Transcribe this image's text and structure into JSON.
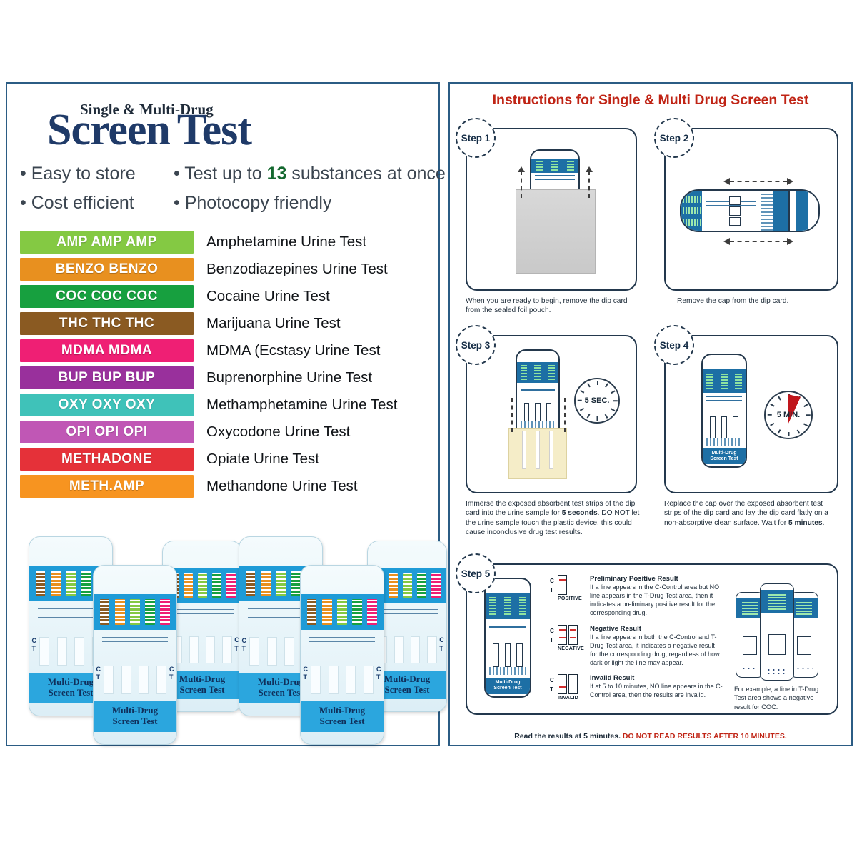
{
  "left": {
    "brand_small": "Single & Multi-Drug",
    "brand_main_1": "Screen",
    "brand_main_2": "Test",
    "bullets": [
      "• Easy to store",
      "• Cost efficient"
    ],
    "bullet_test_prefix": "• Test up to",
    "bullet_test_count": "13",
    "bullet_test_suffix": "substances at once",
    "bullet_photocopy": "• Photocopy friendly",
    "drugs": [
      {
        "code": "AMP AMP AMP",
        "name": "Amphetamine Urine Test",
        "color": "#84c943"
      },
      {
        "code": "BENZO BENZO",
        "name": "Benzodiazepines Urine Test",
        "color": "#e8901f"
      },
      {
        "code": "COC COC COC",
        "name": "Cocaine Urine Test",
        "color": "#17a03f"
      },
      {
        "code": "THC THC THC",
        "name": "Marijuana Urine Test",
        "color": "#8a5a22"
      },
      {
        "code": "MDMA MDMA",
        "name": "MDMA (Ecstasy Urine Test",
        "color": "#ef1f74"
      },
      {
        "code": "BUP BUP BUP",
        "name": "Buprenorphine Urine Test",
        "color": "#99309c"
      },
      {
        "code": "OXY OXY OXY",
        "name": "Methamphetamine Urine Test",
        "color": "#3fc2b9"
      },
      {
        "code": "OPI OPI OPI",
        "name": "Oxycodone Urine Test",
        "color": "#c057b5"
      },
      {
        "code": "METHADONE",
        "name": "Opiate Urine Test",
        "color": "#e53139"
      },
      {
        "code": "METH.AMP",
        "name": "Methandone Urine Test",
        "color": "#f79420"
      }
    ],
    "product_card_footer_1": "Multi-Drug",
    "product_card_footer_2": "Screen Test"
  },
  "right": {
    "title": "Instructions for Single & Multi Drug Screen Test",
    "steps": [
      {
        "badge": "Step 1",
        "caption_plain": "When you are ready to begin, remove the dip card from the sealed foil pouch."
      },
      {
        "badge": "Step 2",
        "caption_plain": "Remove the cap from the dip card."
      },
      {
        "badge": "Step 3",
        "caption_a": "Immerse the exposed absorbent test strips of the dip card into the urine sample for ",
        "caption_b": "5 seconds",
        "caption_c": ". DO NOT let the urine sample touch the plastic device, this could cause inconclusive drug test results.",
        "timer": "5 SEC."
      },
      {
        "badge": "Step 4",
        "caption_a": "Replace the cap over the exposed absorbent test strips of the dip card and lay the dip card flatly on a non-absorptive clean surface. Wait for ",
        "caption_b": "5 minutes",
        "caption_c": ".",
        "timer": "5 MIN."
      },
      {
        "badge": "Step 5"
      }
    ],
    "results": [
      {
        "label": "POSITIVE",
        "title": "Preliminary Positive Result",
        "desc": "If a line appears in the C-Control area but NO line appears in the T-Drug Test area, then it indicates a preliminary positive result for the corresponding drug."
      },
      {
        "label": "NEGATIVE",
        "title": "Negative Result",
        "desc": "If a line appears in both the C-Control and T-Drug Test area, it indicates a negative result for the corresponding drug, regardless of how dark or light the line may appear."
      },
      {
        "label": "INVALID",
        "title": "Invalid Result",
        "desc": "If at 5 to 10 minutes, NO line appears in the C-Control  area, then the results are invalid."
      }
    ],
    "example_note": "For example, a line in T-Drug Test area shows a negative result for COC.",
    "footer_normal": "Read the results at 5 minutes. ",
    "footer_warning": "DO NOT READ RESULTS AFTER 10 MINUTES.",
    "dip_card_footer_1": "Multi-Drug",
    "dip_card_footer_2": "Screen Test",
    "ct_labels": {
      "c": "C",
      "t": "T"
    }
  },
  "colors": {
    "panel_border": "#2b5c84",
    "title_red": "#c02415",
    "brand_blue": "#1f3a68",
    "device_blue": "#1d6fa5",
    "line_red": "#d32f2f"
  }
}
